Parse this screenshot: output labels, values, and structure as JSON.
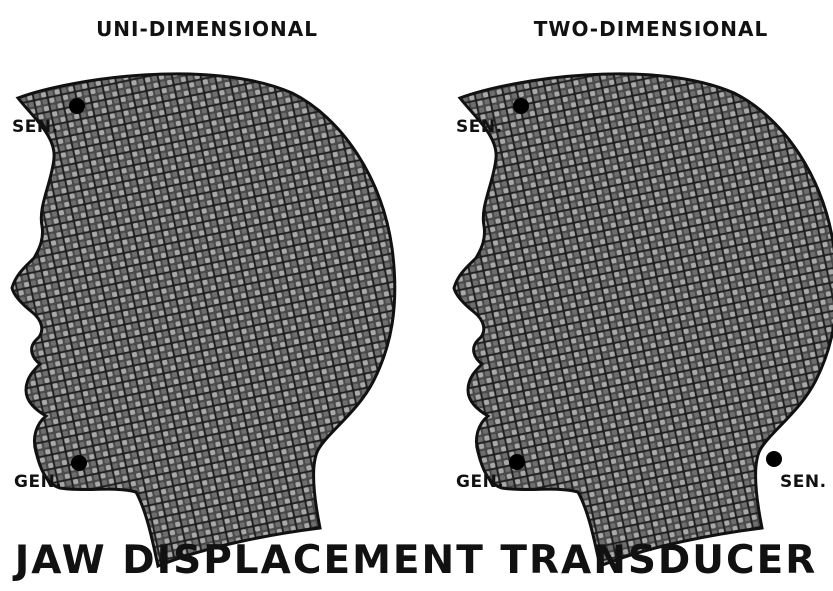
{
  "panels": [
    {
      "title": "UNI-DIMENSIONAL",
      "sensor_labels": [
        "SEN."
      ],
      "generator_label": "GEN."
    },
    {
      "title": "TWO-DIMENSIONAL",
      "sensor_labels": [
        "SEN.",
        "SEN."
      ],
      "generator_label": "GEN."
    }
  ],
  "caption": "JAW DISPLACEMENT TRANSDUCER",
  "colors": {
    "head_fill": "#4a4a4a",
    "mesh_light": "#a8a8a8",
    "mesh_dark": "#1c1c1c",
    "outline": "#111111",
    "marker": "#000000",
    "background": "#ffffff"
  }
}
